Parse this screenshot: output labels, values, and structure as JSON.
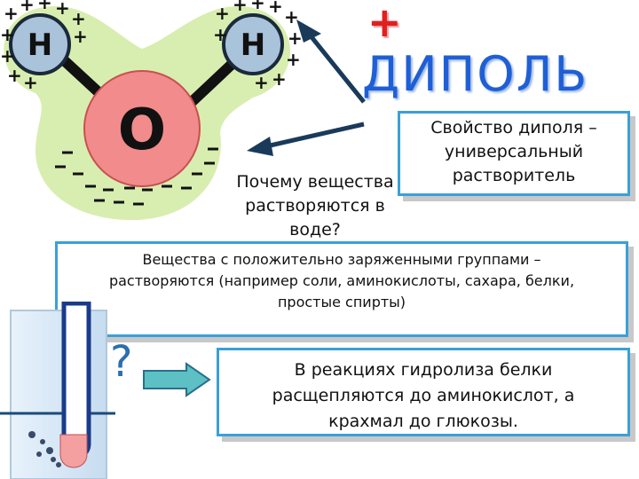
{
  "header": {
    "plus_sign": "+",
    "title": "ДИПОЛЬ"
  },
  "molecule": {
    "hydrogen_left": "H",
    "hydrogen_right": "H",
    "oxygen": "O"
  },
  "dipole_property": {
    "line1": "Свойство диполя –",
    "line2": "универсальный",
    "line3": "растворитель"
  },
  "question_text": {
    "line1": "Почему вещества",
    "line2": "растворяются в",
    "line3": "воде?"
  },
  "explanation": {
    "line1": "Вещества с положительно заряженными группами –",
    "line2": "растворяются (например соли, аминокислоты, сахара, белки,",
    "line3": "простые спирты)"
  },
  "question_mark": "?",
  "hydrolysis": {
    "line1": "В реакциях гидролиза белки",
    "line2": "расщепляются до аминокислот, а",
    "line3": "крахмал до глюкозы."
  },
  "colors": {
    "cloud": "#d8eeb0",
    "oxygen": "#f28b8b",
    "hydrogen": "#a9c3db",
    "title_blue": "#1f5fd6",
    "box_border": "#3aa0d8",
    "plus_red": "#e02020",
    "arrow_fill": "#5cc0c4"
  }
}
